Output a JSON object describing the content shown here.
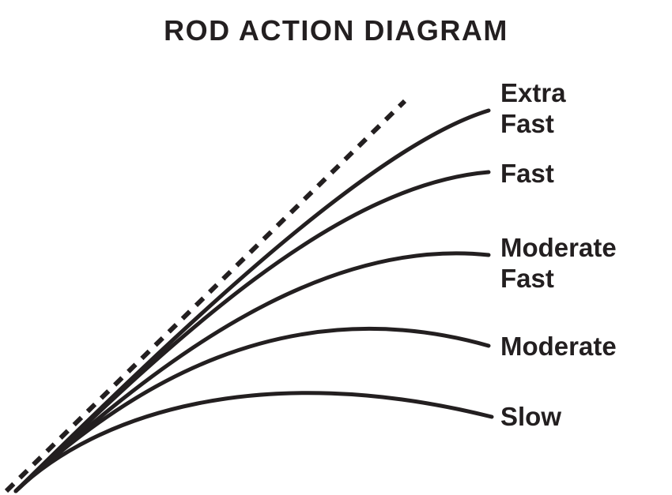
{
  "title": "ROD ACTION DIAGRAM",
  "colors": {
    "background": "#ffffff",
    "ink": "#231f20"
  },
  "labels": [
    {
      "id": "extra-fast",
      "label": "Extra Fast"
    },
    {
      "id": "fast",
      "label": "Fast"
    },
    {
      "id": "moderate-fast",
      "label": "Moderate Fast"
    },
    {
      "id": "moderate",
      "label": "Moderate"
    },
    {
      "id": "slow",
      "label": "Slow"
    }
  ]
}
